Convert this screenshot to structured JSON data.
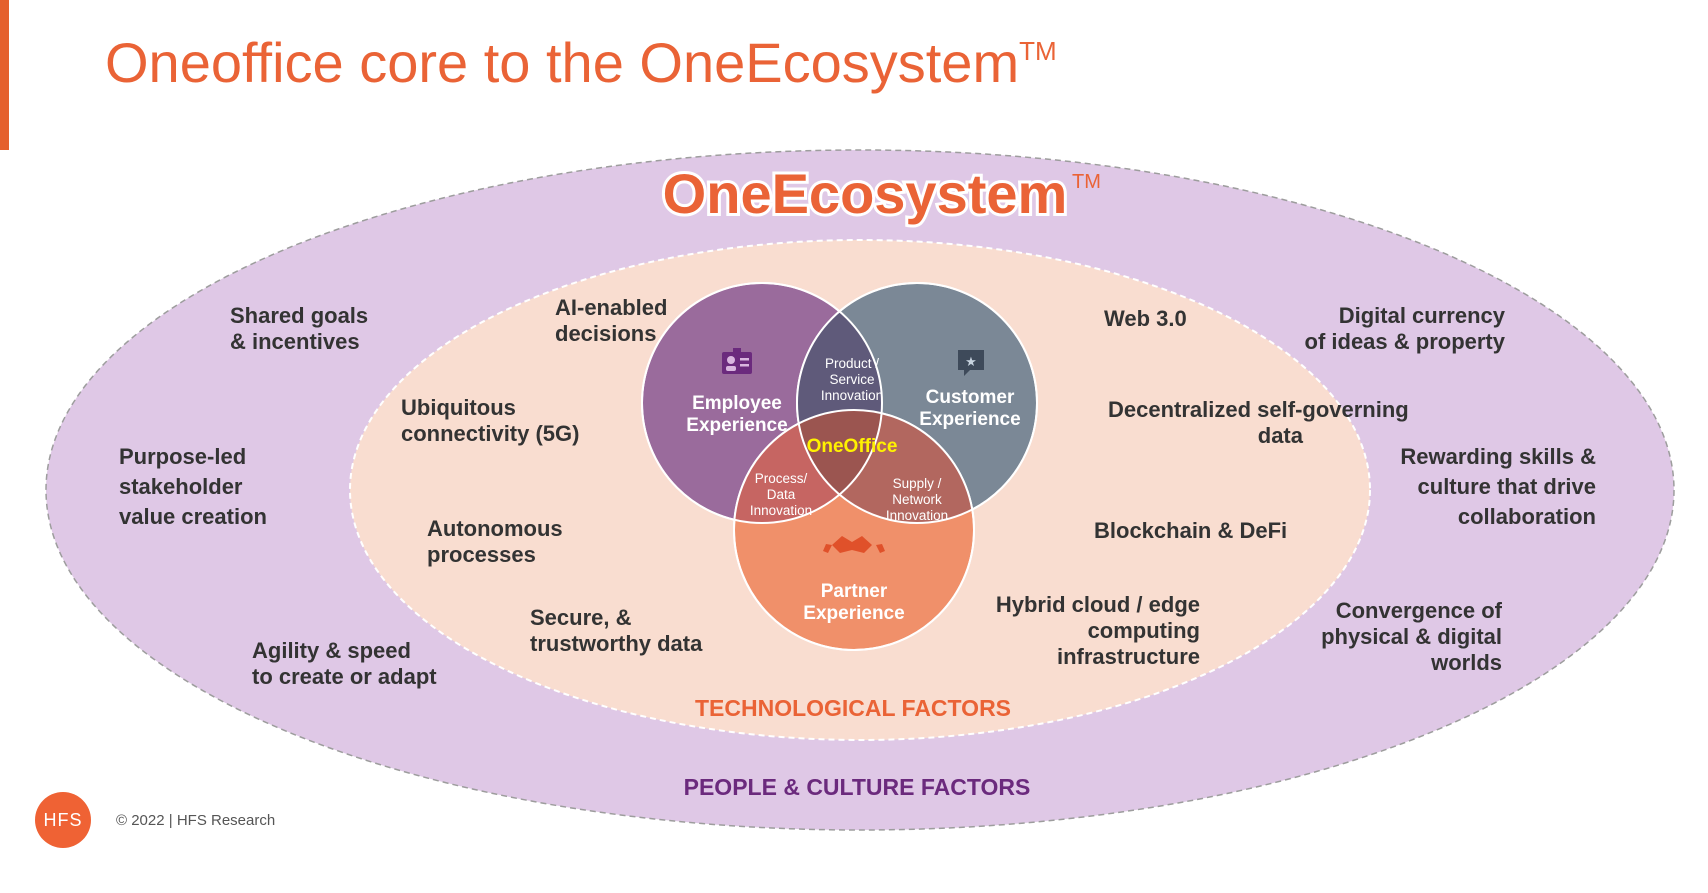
{
  "title": {
    "text": "Oneoffice core to the OneEcosystem",
    "tm": "TM"
  },
  "ecosystem": {
    "title": "OneEcosystem",
    "tm": "TM"
  },
  "venn": {
    "employee": "Employee Experience",
    "customer": "Customer Experience",
    "partner": "Partner Experience",
    "product_service": "Product / Service Innovation",
    "process_data": "Process/ Data Innovation",
    "supply_network": "Supply / Network Innovation",
    "center": "OneOffice"
  },
  "technological_factors": {
    "heading": "TECHNOLOGICAL FACTORS",
    "items": [
      "AI-enabled decisions",
      "Ubiquitous connectivity (5G)",
      "Autonomous processes",
      "Secure, & trustworthy data",
      "Web 3.0",
      "Decentralized self-governing data",
      "Blockchain & DeFi",
      "Hybrid cloud / edge computing infrastructure"
    ]
  },
  "people_factors": {
    "heading": "PEOPLE & CULTURE FACTORS",
    "items": [
      "Shared goals & incentives",
      "Purpose-led stakeholder value creation",
      "Agility & speed to create or adapt",
      "Digital currency of ideas & property",
      "Rewarding skills & culture that drive collaboration",
      "Convergence of physical & digital worlds"
    ]
  },
  "footer": {
    "copyright": "© 2022 | HFS Research",
    "logo": "HFS"
  },
  "colors": {
    "accent": "#ea6336",
    "outer_ellipse": "#dfc8e6",
    "inner_ellipse": "#f9ddd0",
    "employee": "#9a6b9c",
    "customer": "#7b8896",
    "partner": "#f0906a",
    "purple_text": "#6b2a7d"
  }
}
